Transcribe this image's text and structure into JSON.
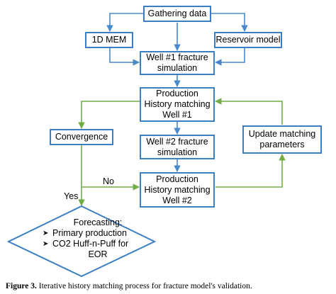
{
  "nodes": {
    "gathering": "Gathering data",
    "mem": "1D MEM",
    "reservoir": "Reservoir model",
    "well1_sim": [
      "Well #1 fracture",
      "simulation"
    ],
    "phm1": [
      "Production",
      "History matching",
      "Well #1"
    ],
    "convergence": "Convergence",
    "well2_sim": [
      "Well #2 fracture",
      "simulation"
    ],
    "update": [
      "Update matching",
      "parameters"
    ],
    "phm2": [
      "Production",
      "History matching",
      "Well #2"
    ],
    "forecast": {
      "title": "Forecasting:",
      "items": [
        "Primary production",
        "CO2 Huff-n-Puff for",
        "EOR"
      ]
    }
  },
  "edge_labels": {
    "no": "No",
    "yes": "Yes"
  },
  "caption": {
    "label": "Figure 3.",
    "text": "Iterative history matching process for fracture model's validation."
  },
  "colors": {
    "node_border": "#3a7ec3",
    "blue_arrow": "#4a88cc",
    "green_arrow": "#70ad47"
  }
}
